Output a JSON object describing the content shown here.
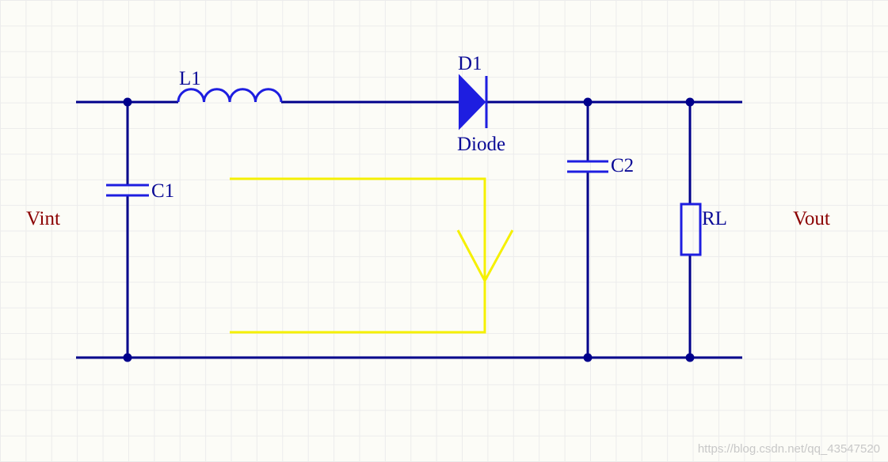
{
  "labels": {
    "l1": "L1",
    "d1": "D1",
    "diode": "Diode",
    "c1": "C1",
    "c2": "C2",
    "rl": "RL",
    "vin": "Vint",
    "vout": "Vout"
  },
  "watermark": "https://blog.csdn.net/qq_43547520",
  "colors": {
    "wire": "#00008b",
    "component": "#1e1ee0",
    "label_component": "#0a0a96",
    "label_port": "#8b0000",
    "current_path": "#f5f000",
    "junction": "#00008b",
    "watermark": "#c8c8c8"
  }
}
